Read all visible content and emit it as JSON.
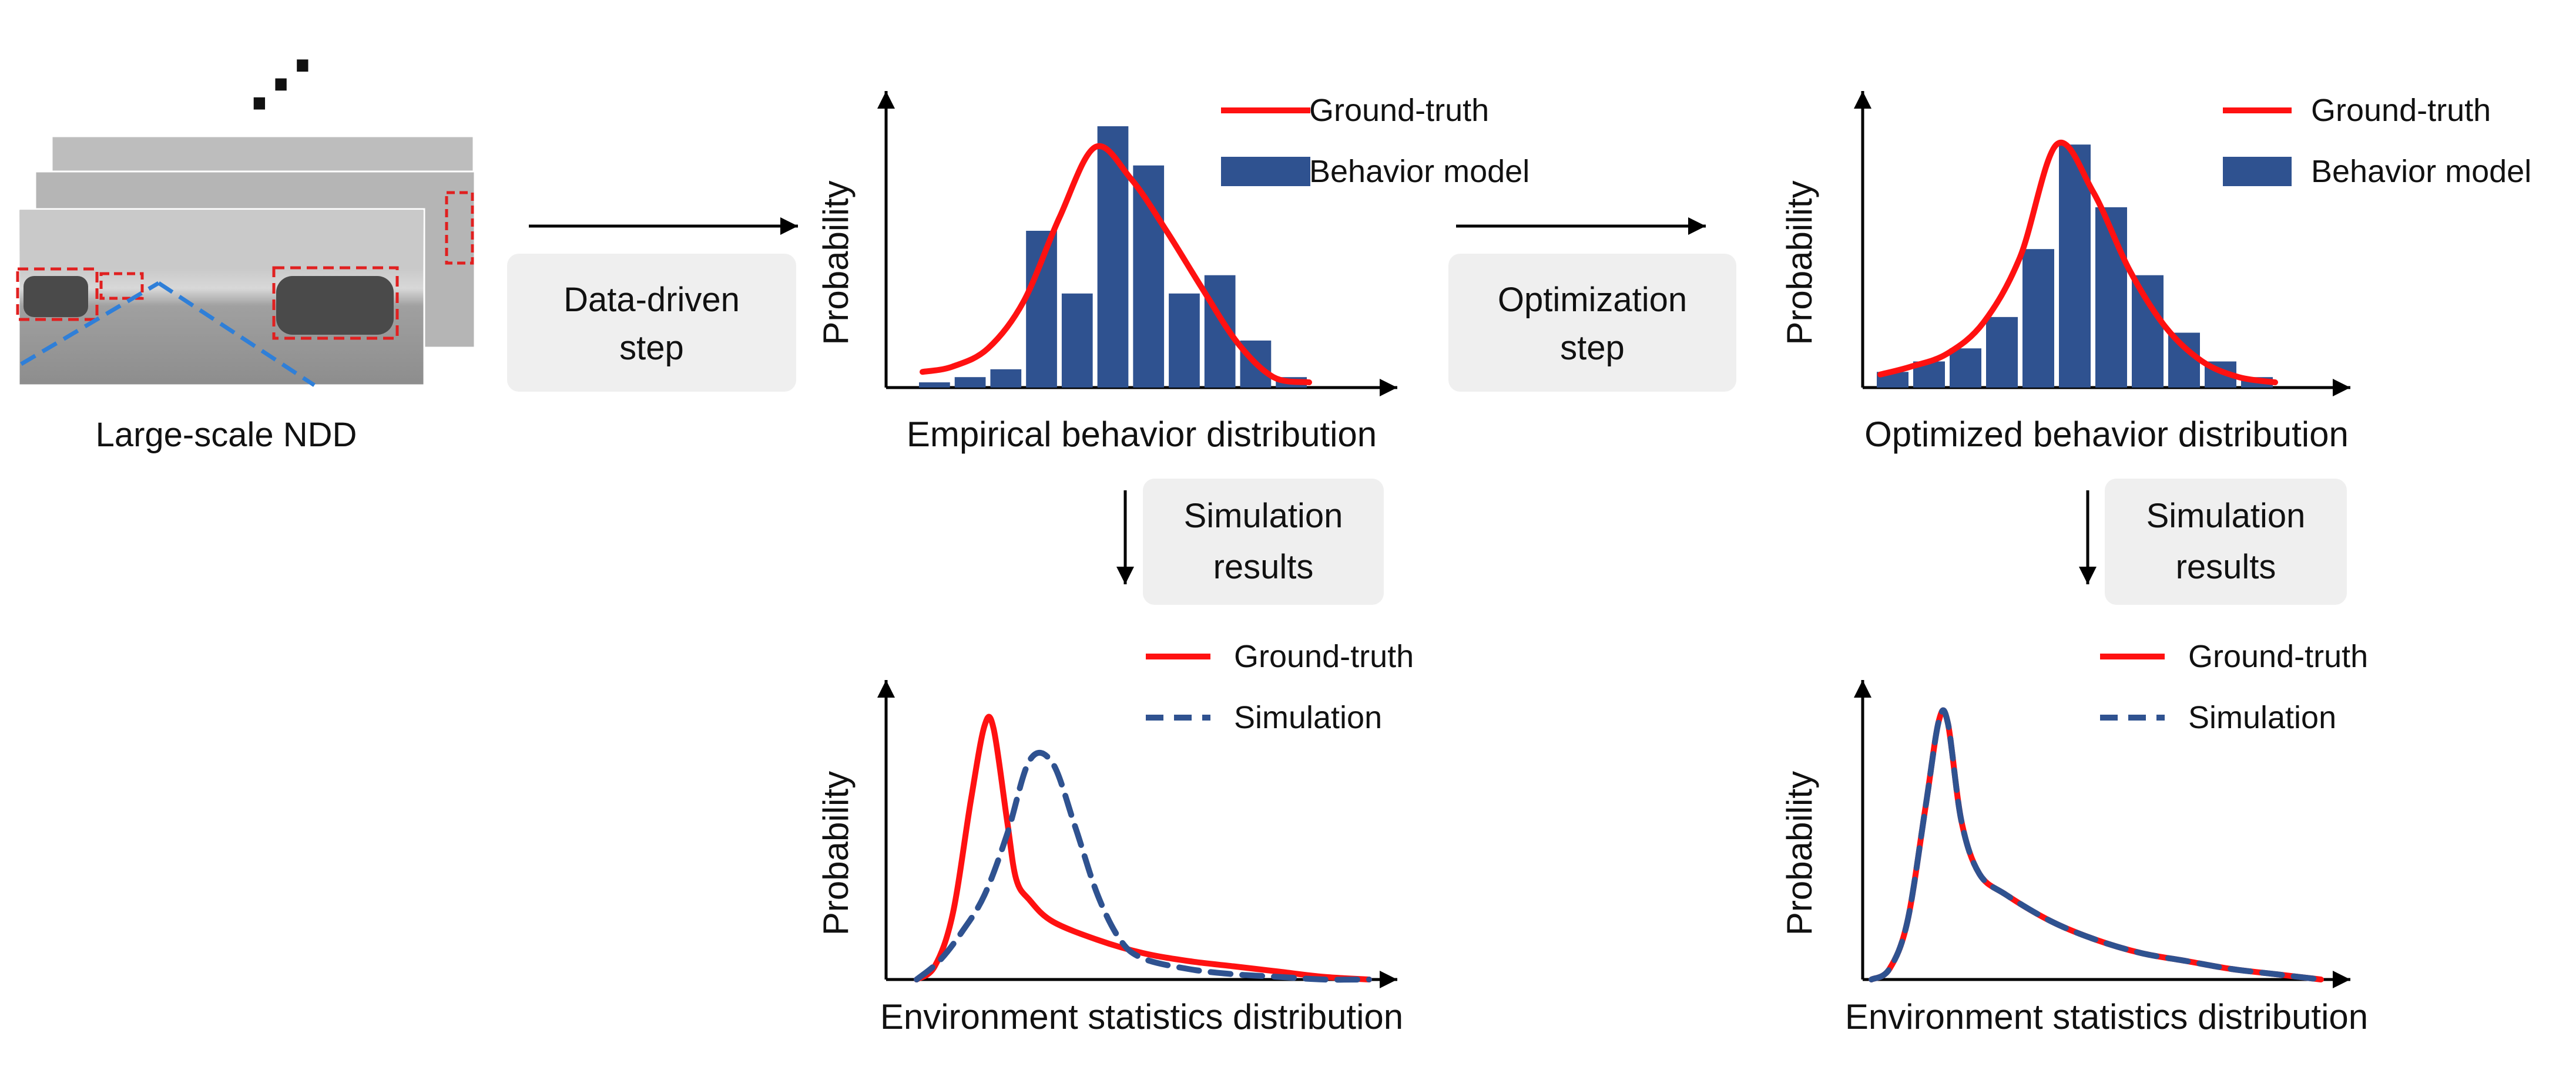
{
  "colors": {
    "ground_truth": "#ff1111",
    "model": "#2f5290",
    "box": "#efefef",
    "axis": "#000000"
  },
  "ndd": {
    "caption": "Large-scale NDD",
    "stack_dots": "⋰"
  },
  "steps": {
    "data_driven": [
      "Data-driven",
      "step"
    ],
    "optimization": [
      "Optimization",
      "step"
    ],
    "simulation_results": [
      "Simulation",
      "results"
    ]
  },
  "chart_data": [
    {
      "id": "empirical",
      "type": "bar",
      "xlabel": "Empirical behavior distribution",
      "ylabel": "Probability",
      "legend": [
        "Ground-truth",
        "Behavior model"
      ],
      "ylim": [
        0,
        1
      ],
      "series": [
        {
          "name": "Behavior model",
          "values": [
            0.02,
            0.04,
            0.07,
            0.6,
            0.36,
            1.0,
            0.85,
            0.36,
            0.43,
            0.18,
            0.04
          ]
        },
        {
          "name": "Ground-truth",
          "x": [
            0,
            1,
            2,
            3,
            4,
            5,
            6,
            7,
            8,
            9,
            10,
            11
          ],
          "values": [
            0.06,
            0.08,
            0.15,
            0.33,
            0.65,
            0.92,
            0.8,
            0.6,
            0.38,
            0.17,
            0.04,
            0.02
          ]
        }
      ]
    },
    {
      "id": "optimized",
      "type": "bar",
      "xlabel": "Optimized behavior distribution",
      "ylabel": "Probability",
      "legend": [
        "Ground-truth",
        "Behavior model"
      ],
      "ylim": [
        0,
        1
      ],
      "series": [
        {
          "name": "Behavior model",
          "values": [
            0.06,
            0.1,
            0.15,
            0.27,
            0.53,
            0.93,
            0.69,
            0.43,
            0.21,
            0.1,
            0.04
          ]
        },
        {
          "name": "Ground-truth",
          "x": [
            0,
            1,
            2,
            3,
            4,
            5,
            6,
            7,
            8,
            9,
            10,
            11
          ],
          "values": [
            0.05,
            0.08,
            0.13,
            0.25,
            0.5,
            0.93,
            0.75,
            0.45,
            0.23,
            0.1,
            0.04,
            0.02
          ]
        }
      ]
    },
    {
      "id": "env-empirical",
      "type": "line",
      "xlabel": "Environment statistics distribution",
      "ylabel": "Probability",
      "legend": [
        "Ground-truth",
        "Simulation"
      ],
      "ylim": [
        0,
        1
      ],
      "series": [
        {
          "name": "Ground-truth",
          "x": [
            0,
            0.04,
            0.08,
            0.12,
            0.15,
            0.17,
            0.2,
            0.22,
            0.25,
            0.3,
            0.4,
            0.5,
            0.6,
            0.7,
            0.8,
            0.9,
            1.0
          ],
          "values": [
            0,
            0.05,
            0.25,
            0.68,
            0.96,
            0.95,
            0.6,
            0.38,
            0.3,
            0.22,
            0.15,
            0.1,
            0.07,
            0.05,
            0.03,
            0.01,
            0
          ]
        },
        {
          "name": "Simulation",
          "x": [
            0,
            0.05,
            0.1,
            0.15,
            0.2,
            0.25,
            0.3,
            0.35,
            0.4,
            0.45,
            0.5,
            0.6,
            0.7,
            0.8,
            0.9,
            1.0
          ],
          "values": [
            0,
            0.07,
            0.18,
            0.32,
            0.55,
            0.83,
            0.82,
            0.58,
            0.32,
            0.15,
            0.08,
            0.04,
            0.02,
            0.01,
            0,
            0
          ]
        }
      ]
    },
    {
      "id": "env-optimized",
      "type": "line",
      "xlabel": "Environment statistics distribution",
      "ylabel": "Probability",
      "legend": [
        "Ground-truth",
        "Simulation"
      ],
      "ylim": [
        0,
        1
      ],
      "series": [
        {
          "name": "Ground-truth",
          "x": [
            0,
            0.04,
            0.08,
            0.12,
            0.15,
            0.17,
            0.2,
            0.24,
            0.3,
            0.4,
            0.5,
            0.6,
            0.7,
            0.8,
            0.9,
            1.0
          ],
          "values": [
            0,
            0.04,
            0.22,
            0.65,
            0.98,
            0.97,
            0.6,
            0.4,
            0.32,
            0.22,
            0.15,
            0.1,
            0.07,
            0.04,
            0.02,
            0
          ]
        },
        {
          "name": "Simulation",
          "x": [
            0,
            0.04,
            0.08,
            0.12,
            0.15,
            0.17,
            0.2,
            0.24,
            0.3,
            0.4,
            0.5,
            0.6,
            0.7,
            0.8,
            0.9,
            1.0
          ],
          "values": [
            0,
            0.04,
            0.22,
            0.65,
            0.98,
            0.97,
            0.6,
            0.4,
            0.32,
            0.22,
            0.15,
            0.1,
            0.07,
            0.04,
            0.02,
            0
          ]
        }
      ]
    }
  ]
}
